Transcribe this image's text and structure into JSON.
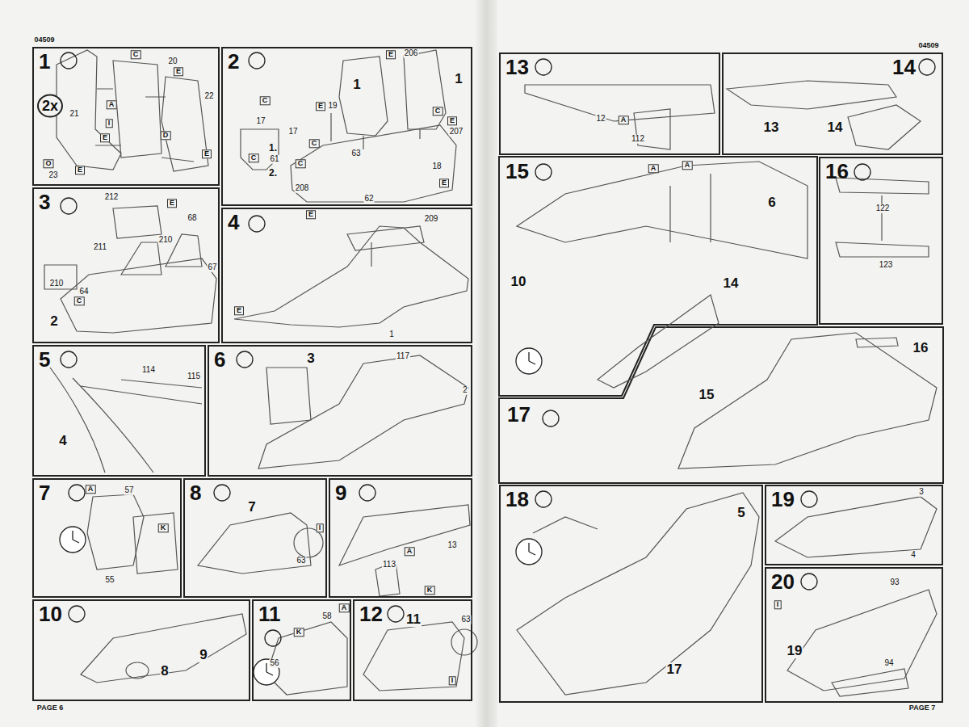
{
  "diagram": {
    "nodes": [
      {
        "text": [
          "1"
        ]
      },
      {
        "text": [
          "2"
        ]
      },
      {
        "text": [
          "3"
        ]
      },
      {
        "text": [
          "4"
        ]
      },
      {
        "text": [
          "5"
        ]
      },
      {
        "text": [
          "6"
        ]
      },
      {
        "text": [
          "7"
        ]
      },
      {
        "text": [
          "8"
        ]
      },
      {
        "text": [
          "9"
        ]
      },
      {
        "text": [
          "10"
        ]
      },
      {
        "text": [
          "11"
        ]
      },
      {
        "text": [
          "12"
        ]
      },
      {
        "text": [
          "13"
        ]
      },
      {
        "text": [
          "14"
        ]
      },
      {
        "text": [
          "15"
        ]
      },
      {
        "text": [
          "16"
        ]
      },
      {
        "text": [
          "17"
        ]
      },
      {
        "text": [
          "18"
        ]
      },
      {
        "text": [
          "19"
        ]
      },
      {
        "text": [
          "20"
        ]
      }
    ],
    "labels": [
      "04509",
      "04509",
      "PAGE 6",
      "PAGE 7",
      "2x",
      "C",
      "20",
      "E",
      "22",
      "21",
      "A",
      "I",
      "E",
      "D",
      "E",
      "O",
      "23",
      "E",
      "E",
      "206",
      "1",
      "1",
      "C",
      "E",
      "19",
      "17",
      "17",
      "C",
      "1.",
      "C",
      "61",
      "2.",
      "C",
      "63",
      "C",
      "E",
      "207",
      "18",
      "E",
      "208",
      "62",
      "212",
      "E",
      "68",
      "211",
      "210",
      "67",
      "210",
      "64",
      "C",
      "2",
      "E",
      "209",
      "E",
      "1",
      "114",
      "115",
      "4",
      "3",
      "117",
      "2",
      "A",
      "57",
      "K",
      "55",
      "7",
      "I",
      "63",
      "13",
      "A",
      "113",
      "K",
      "9",
      "8",
      "A",
      "58",
      "K",
      "56",
      "11",
      "63",
      "I",
      "12",
      "A",
      "112",
      "13",
      "14",
      "A",
      "A",
      "6",
      "10",
      "14",
      "122",
      "123",
      "16",
      "15",
      "5",
      "17",
      "3",
      "4",
      "93",
      "I",
      "19",
      "94"
    ]
  }
}
